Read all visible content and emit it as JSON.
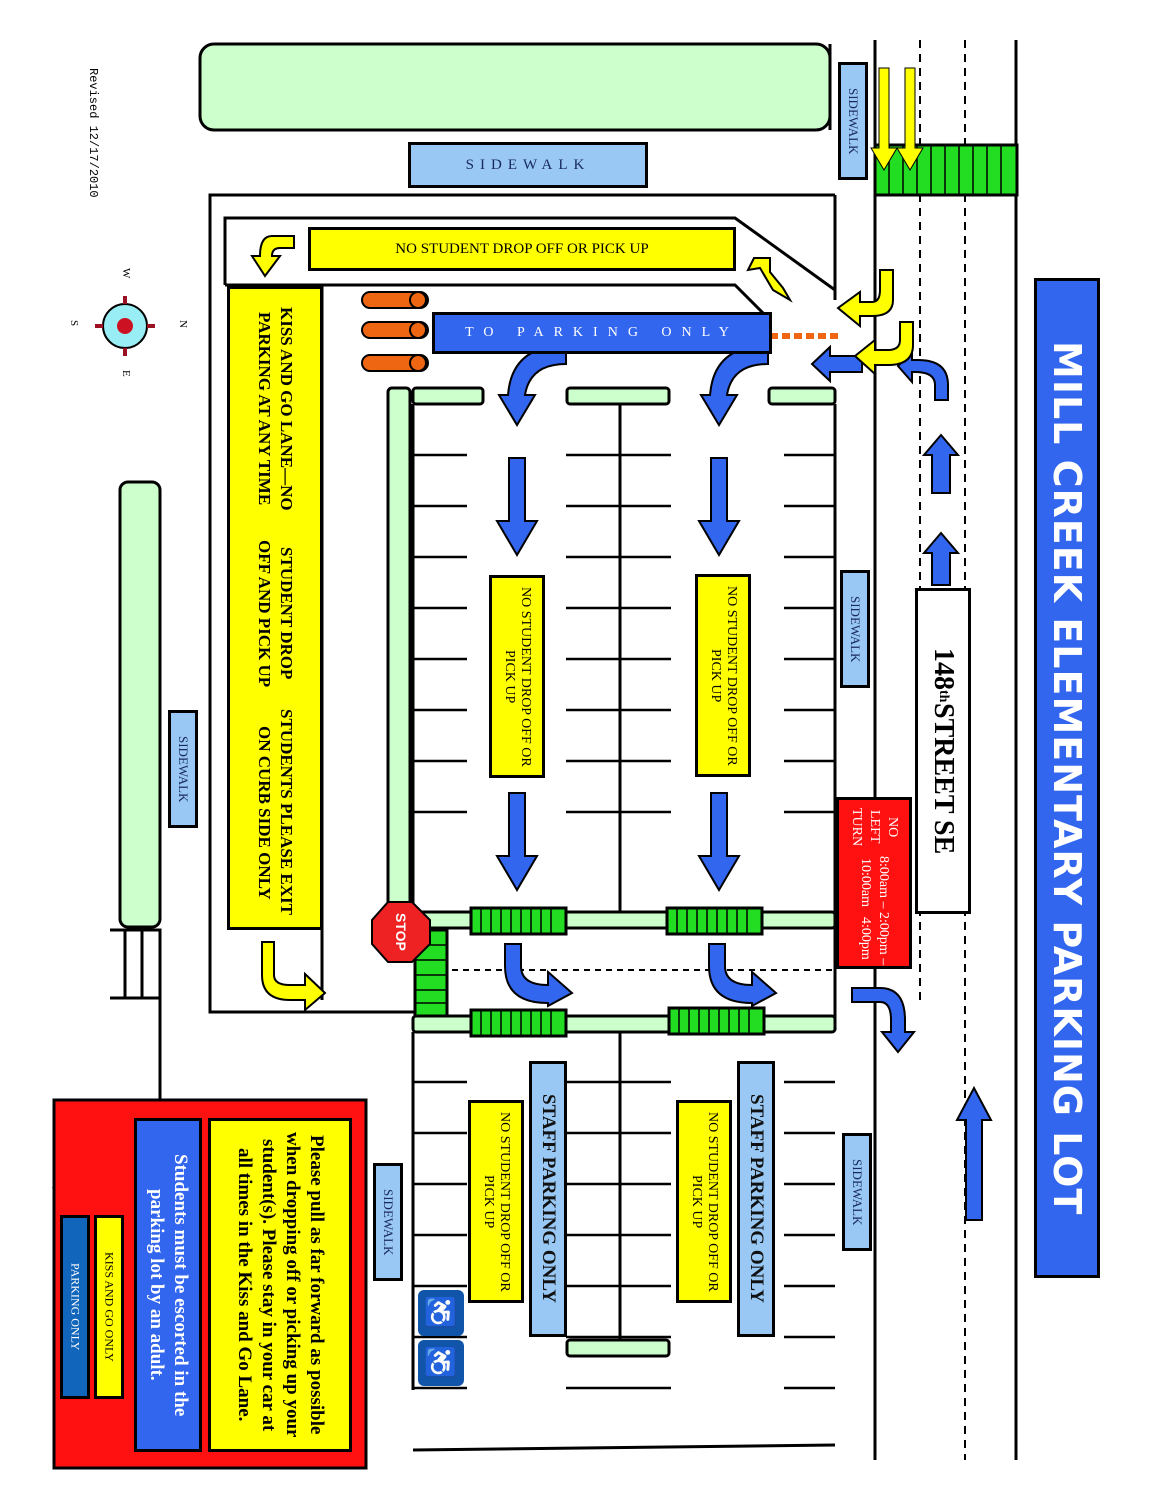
{
  "title": "MILL CREEK ELEMENTARY PARKING LOT",
  "revised": "Revised 12/17/2010",
  "street": {
    "name": "148",
    "suffix": "th",
    "rest": " STREET SE"
  },
  "no_left_turn": {
    "line1": "NO LEFT TURN",
    "line2": "8:00am – 10:00am",
    "line3": "2:00pm – 4:00pm"
  },
  "sidewalk_label": "SIDEWALK",
  "sidewalk_stacked": "SIDEWALK",
  "to_parking_only": "TO PARKING ONLY",
  "no_drop_top": "NO STUDENT DROP OFF OR PICK UP",
  "no_drop_sign": "NO STUDENT DROP OFF OR PICK UP",
  "kiss_lane": {
    "line1": "KISS AND GO LANE—NO PARKING AT ANY TIME",
    "line2": "STUDENT DROP OFF AND PICK UP",
    "line3": "STUDENTS PLEASE EXIT ON CURB SIDE ONLY"
  },
  "staff_parking": "STAFF PARKING ONLY",
  "stop_sign": "STOP",
  "compass": {
    "n": "N",
    "s": "S",
    "e": "E",
    "w": "W"
  },
  "legend": {
    "instructions": "Please pull as far forward as possible when dropping off or picking up your student(s). Please stay in your car at all times in the Kiss and Go Lane.",
    "escort": "Students must be escorted in the parking lot by an adult.",
    "kiss_and_go": "KISS AND GO ONLY",
    "parking_only": "PARKING ONLY"
  },
  "colors": {
    "kiss_and_go": "#ffff00",
    "parking": "#3366ee",
    "crosswalk": "#22dd22",
    "curb": "#ccffcc",
    "sidewalk": "#99c8f5",
    "alert": "#ff1111"
  },
  "icons": [
    "compass-rose-icon",
    "wheelchair-icon",
    "stop-sign-icon",
    "arrow-icon"
  ]
}
